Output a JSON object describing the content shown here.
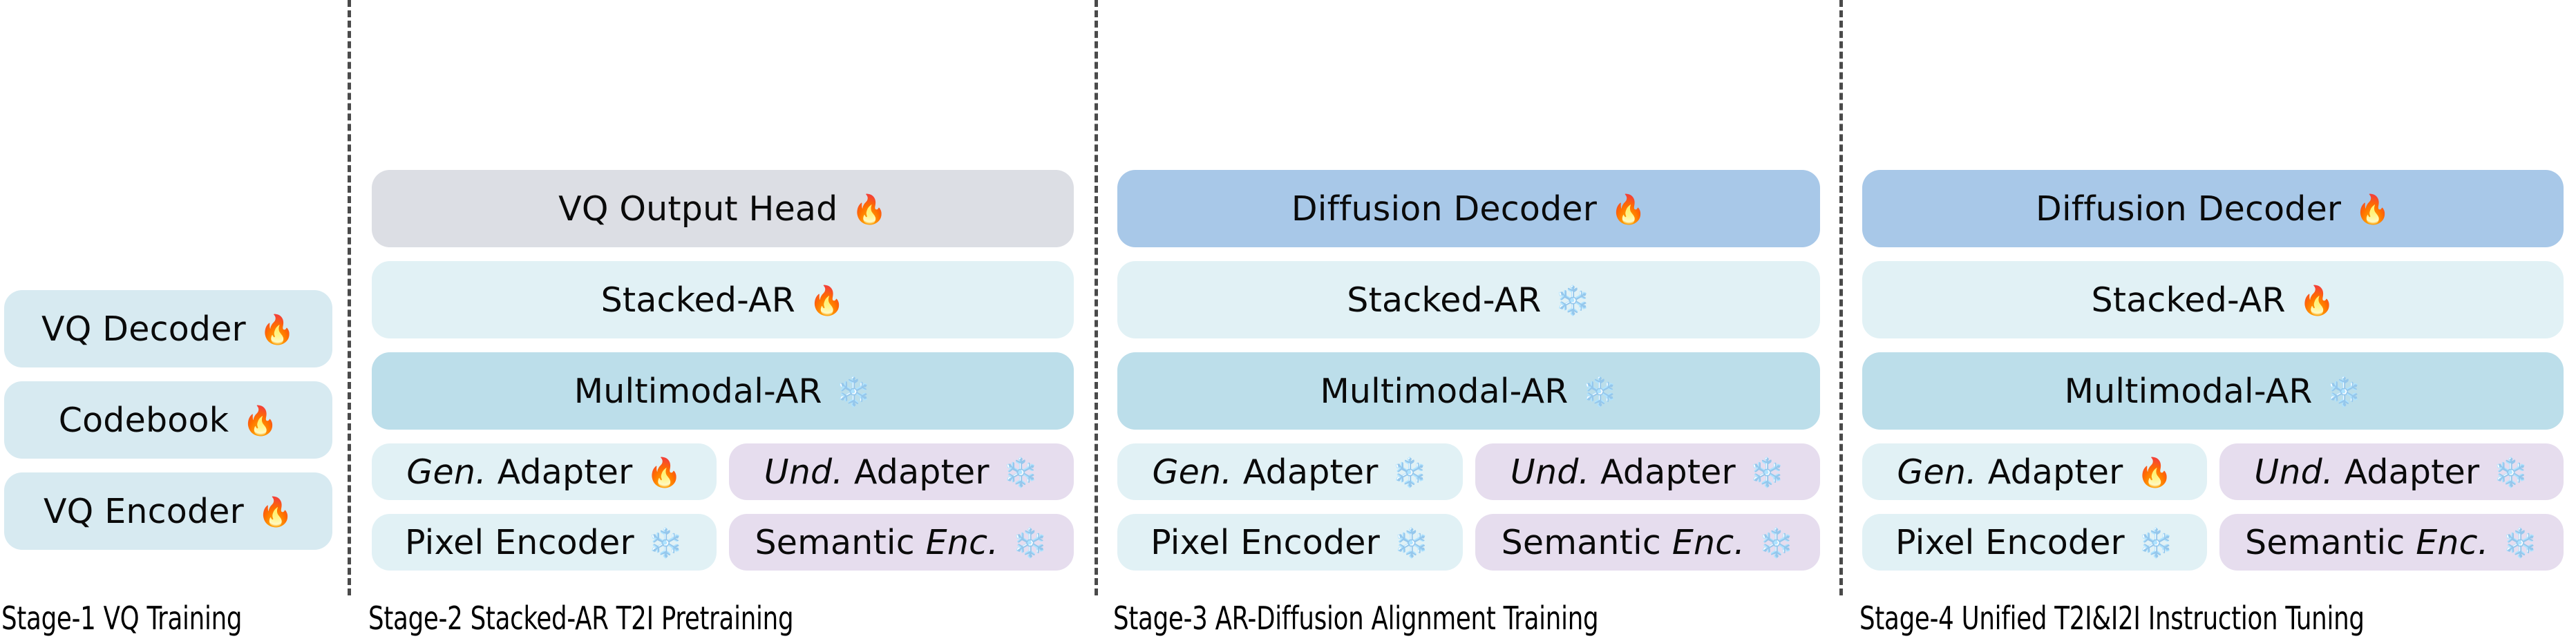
{
  "figure": {
    "title": "Four-stage training pipeline diagram",
    "icons": {
      "trainable": "🔥",
      "frozen": "❄️"
    },
    "colors": {
      "light_blue": "#d7eaf1",
      "mid_blue": "#bcdeea",
      "pale_blue": "#e1f1f5",
      "gray": "#dcdee4",
      "deep_blue": "#a8c8e8",
      "purple": "#e6ddee",
      "divider": "#4a4a4a",
      "background": "#ffffff"
    }
  },
  "stages": [
    {
      "caption": "Stage-1  VQ Training",
      "boxes": {
        "vq_decoder": {
          "label": "VQ Decoder",
          "icon": "🔥"
        },
        "codebook": {
          "label": "Codebook",
          "icon": "🔥"
        },
        "vq_encoder": {
          "label": "VQ Encoder",
          "icon": "🔥"
        }
      }
    },
    {
      "caption": "Stage-2  Stacked-AR T2I Pretraining",
      "boxes": {
        "top": {
          "label": "VQ Output Head",
          "icon": "🔥"
        },
        "stacked_ar": {
          "label": "Stacked-AR",
          "icon": "🔥"
        },
        "multimodal_ar": {
          "label": "Multimodal-AR",
          "icon": "❄️"
        },
        "gen_adapter": {
          "label_italic": "Gen.",
          "label_rest": " Adapter",
          "icon": "🔥"
        },
        "und_adapter": {
          "label_italic": "Und.",
          "label_rest": " Adapter",
          "icon": "❄️"
        },
        "pixel_encoder": {
          "label": "Pixel Encoder",
          "icon": "❄️"
        },
        "semantic_enc": {
          "label_plain": "Semantic ",
          "label_italic": "Enc.",
          "icon": "❄️"
        }
      }
    },
    {
      "caption": "Stage-3  AR-Diffusion Alignment Training",
      "boxes": {
        "top": {
          "label": "Diffusion Decoder",
          "icon": "🔥"
        },
        "stacked_ar": {
          "label": "Stacked-AR",
          "icon": "❄️"
        },
        "multimodal_ar": {
          "label": "Multimodal-AR",
          "icon": "❄️"
        },
        "gen_adapter": {
          "label_italic": "Gen.",
          "label_rest": " Adapter",
          "icon": "❄️"
        },
        "und_adapter": {
          "label_italic": "Und.",
          "label_rest": " Adapter",
          "icon": "❄️"
        },
        "pixel_encoder": {
          "label": "Pixel Encoder",
          "icon": "❄️"
        },
        "semantic_enc": {
          "label_plain": "Semantic ",
          "label_italic": "Enc.",
          "icon": "❄️"
        }
      }
    },
    {
      "caption": "Stage-4  Unified T2I&I2I Instruction Tuning",
      "boxes": {
        "top": {
          "label": "Diffusion Decoder",
          "icon": "🔥"
        },
        "stacked_ar": {
          "label": "Stacked-AR",
          "icon": "🔥"
        },
        "multimodal_ar": {
          "label": "Multimodal-AR",
          "icon": "❄️"
        },
        "gen_adapter": {
          "label_italic": "Gen.",
          "label_rest": " Adapter",
          "icon": "🔥"
        },
        "und_adapter": {
          "label_italic": "Und.",
          "label_rest": " Adapter",
          "icon": "❄️"
        },
        "pixel_encoder": {
          "label": "Pixel Encoder",
          "icon": "❄️"
        },
        "semantic_enc": {
          "label_plain": "Semantic ",
          "label_italic": "Enc.",
          "icon": "❄️"
        }
      }
    }
  ]
}
